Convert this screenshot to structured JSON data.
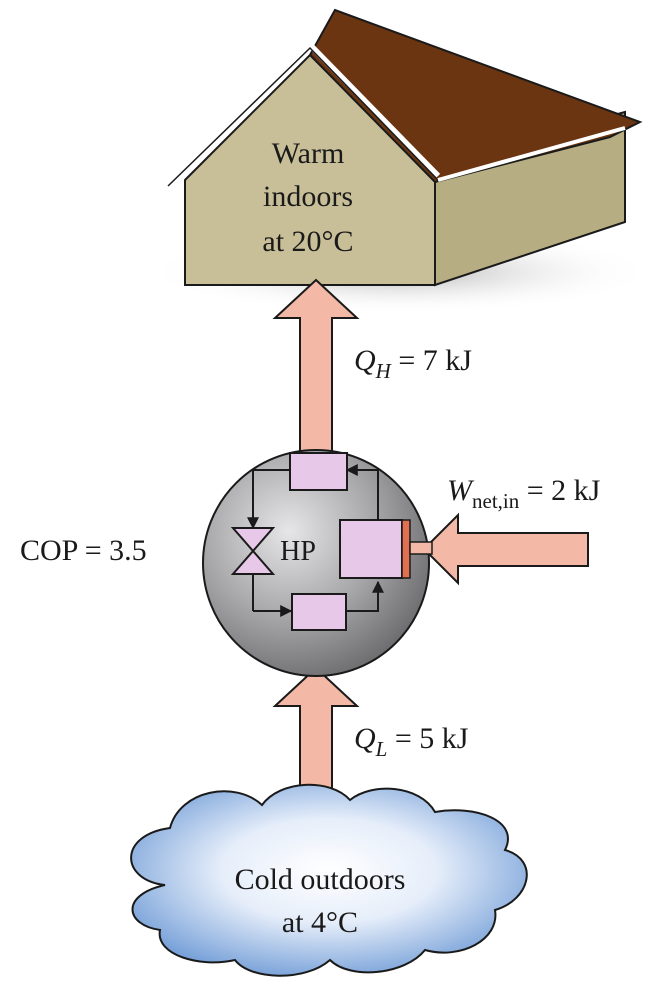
{
  "house": {
    "label_line1": "Warm",
    "label_line2": "indoors",
    "label_line3": "at 20°C"
  },
  "heat_pump": {
    "label": "HP",
    "cop_label": "COP = 3.5"
  },
  "q_high": {
    "symbol": "Q",
    "subscript": "H",
    "value_text": " = 7 kJ"
  },
  "work_in": {
    "symbol": "W",
    "subscript": "net,in",
    "value_text": " = 2 kJ"
  },
  "q_low": {
    "symbol": "Q",
    "subscript": "L",
    "value_text": " = 5 kJ"
  },
  "cloud": {
    "label_line1": "Cold outdoors",
    "label_line2": "at 4°C"
  },
  "colors": {
    "arrow_fill": "#f3b9a6",
    "roof": "#6b3512",
    "wall_front": "#c8bf98",
    "wall_side": "#b7ad82",
    "component_fill": "#e8c8e8",
    "sphere_mid": "#a6a6a8",
    "cloud_fill": "#6f9bd6"
  }
}
